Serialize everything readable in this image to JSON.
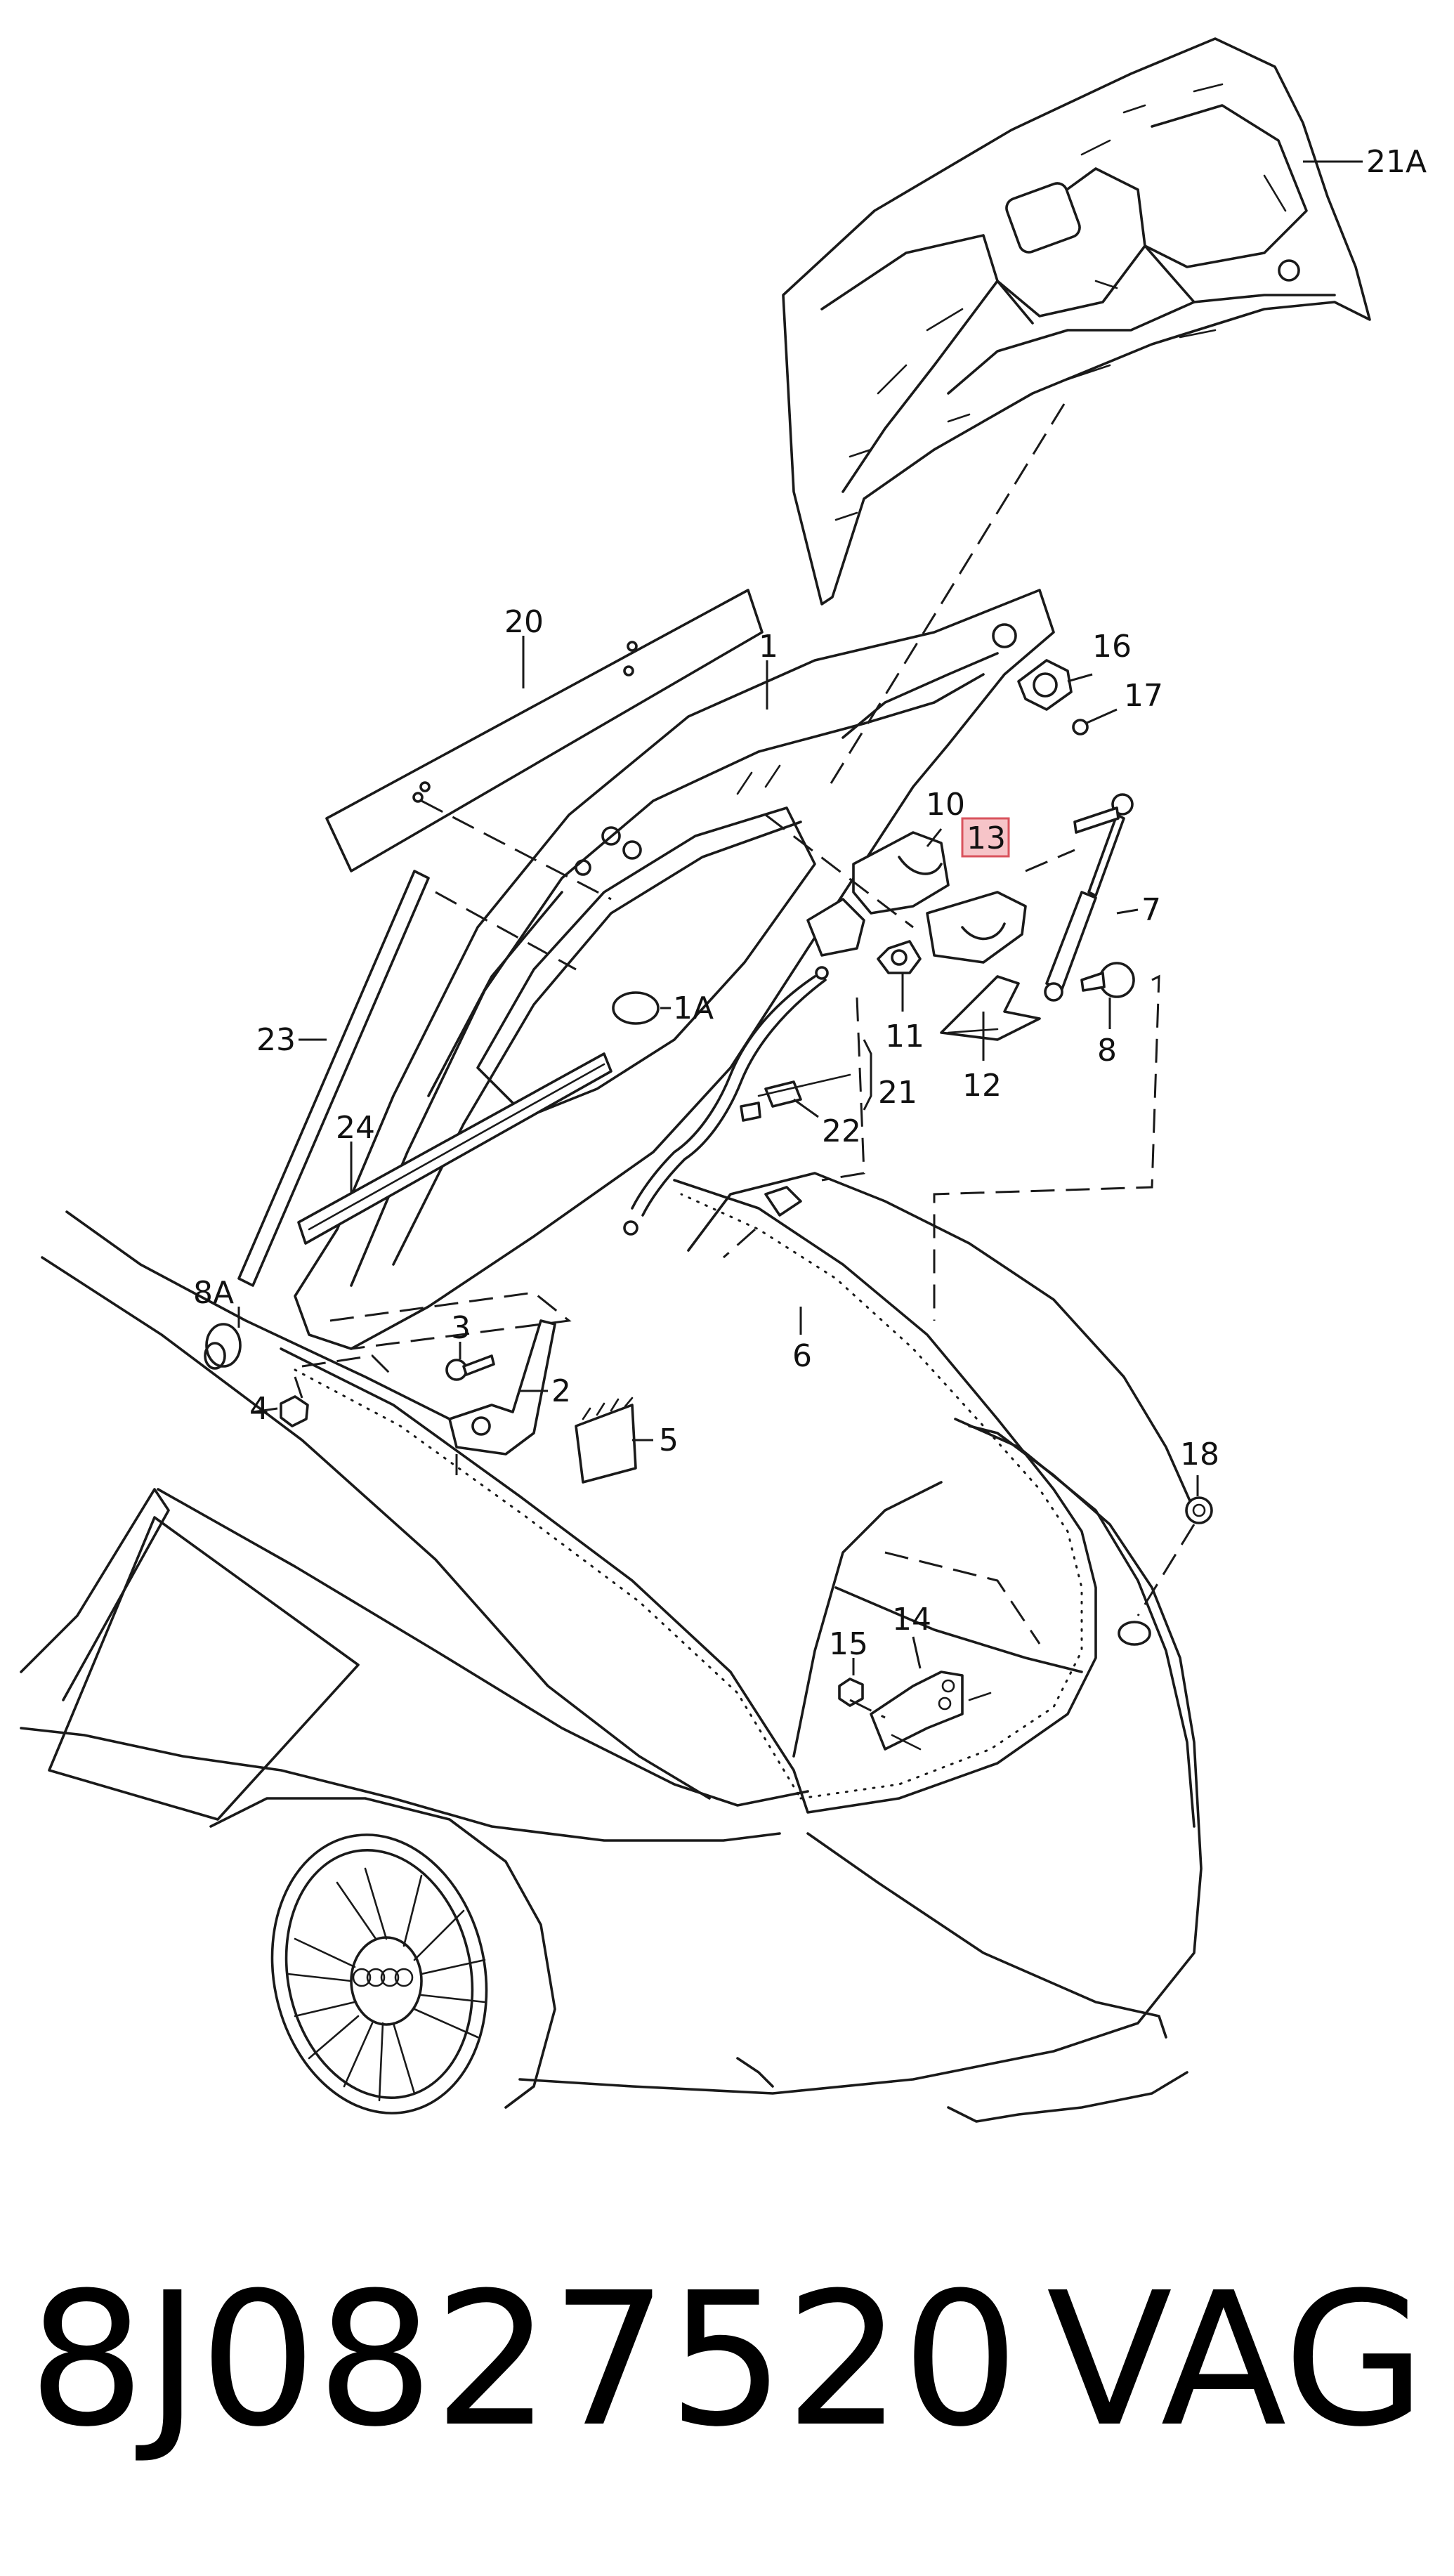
{
  "diagram": {
    "labels": {
      "l21A": "21A",
      "l20": "20",
      "l1": "1",
      "l16": "16",
      "l17": "17",
      "l10": "10",
      "l13": "13",
      "l7": "7",
      "l1A": "1A",
      "l23": "23",
      "l11": "11",
      "l12": "12",
      "l8": "8",
      "l21": "21",
      "l22": "22",
      "l24": "24",
      "l8A": "8A",
      "l3": "3",
      "l2": "2",
      "l4": "4",
      "l6": "6",
      "l5": "5",
      "l18": "18",
      "l15": "15",
      "l14": "14"
    },
    "highlighted_label": "13",
    "highlight_color": "#f6c4c8"
  },
  "footer": {
    "part_number": "8J0827520",
    "brand": "VAG"
  }
}
